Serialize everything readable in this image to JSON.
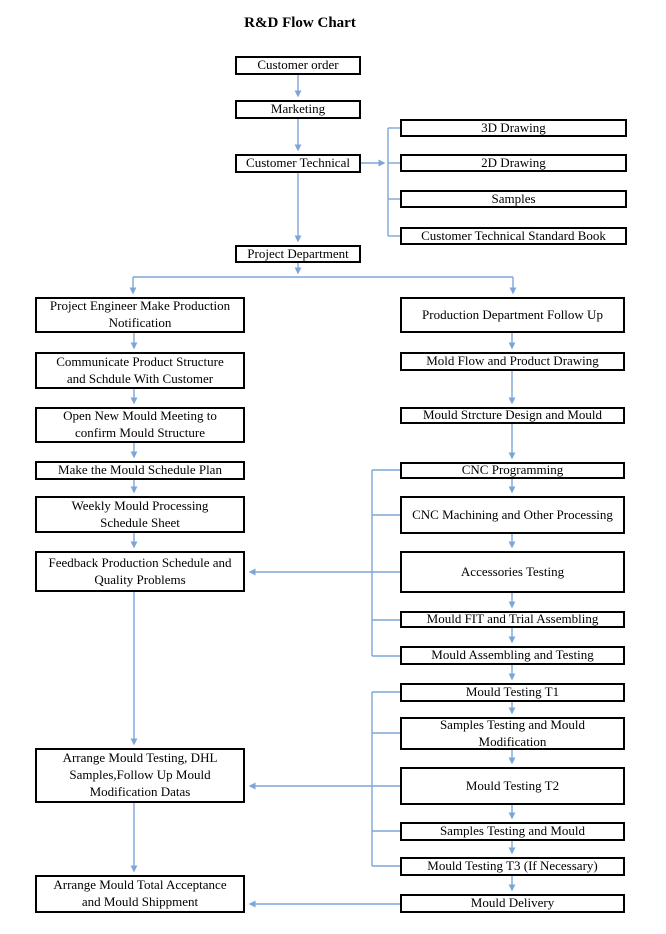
{
  "title": "R&D Flow Chart",
  "colors": {
    "line": "#7da6d8",
    "box_border": "#000000",
    "background": "#ffffff"
  },
  "nodes": {
    "customer_order": {
      "label": "Customer order"
    },
    "marketing": {
      "label": "Marketing"
    },
    "customer_technical": {
      "label": "Customer Technical"
    },
    "drawing_3d": {
      "label": "3D Drawing"
    },
    "drawing_2d": {
      "label": "2D Drawing"
    },
    "samples": {
      "label": "Samples"
    },
    "standard_book": {
      "label": "Customer Technical Standard Book"
    },
    "project_department": {
      "label": "Project Department"
    },
    "proj_engineer": {
      "label": "Project Engineer Make Production\nNotification"
    },
    "communicate": {
      "label": "Communicate Product Structure\nand Schdule With Customer"
    },
    "open_meeting": {
      "label": "Open New Mould Meeting to\nconfirm Mould Structure"
    },
    "schedule_plan": {
      "label": "Make the Mould Schedule Plan"
    },
    "weekly_sheet": {
      "label": "Weekly Mould  Processing\nSchedule Sheet"
    },
    "feedback": {
      "label": "Feedback Production Schedule and\nQuality Problems"
    },
    "arrange_testing": {
      "label": "Arrange Mould Testing, DHL\nSamples,Follow Up Mould\nModification Datas"
    },
    "arrange_acceptance": {
      "label": "Arrange Mould Total Acceptance\nand Mould Shippment"
    },
    "prod_follow": {
      "label": "Production Department Follow Up"
    },
    "mold_flow": {
      "label": "Mold Flow and Product Drawing"
    },
    "mould_structure": {
      "label": "Mould Strcture Design and Mould"
    },
    "cnc_prog": {
      "label": "CNC Programming"
    },
    "cnc_mach": {
      "label": "CNC Machining and Other Processing"
    },
    "accessories": {
      "label": "Accessories Testing"
    },
    "fit_assembling": {
      "label": "Mould FIT and Trial Assembling"
    },
    "assembling_testing": {
      "label": "Mould Assembling and Testing"
    },
    "testing_t1": {
      "label": "Mould Testing T1"
    },
    "samples_mod": {
      "label": "Samples Testing and Mould\nModification"
    },
    "testing_t2": {
      "label": "Mould Testing T2"
    },
    "samples_testing": {
      "label": "Samples Testing and Mould"
    },
    "testing_t3": {
      "label": "Mould Testing T3 (If  Necessary)"
    },
    "delivery": {
      "label": "Mould Delivery"
    }
  }
}
